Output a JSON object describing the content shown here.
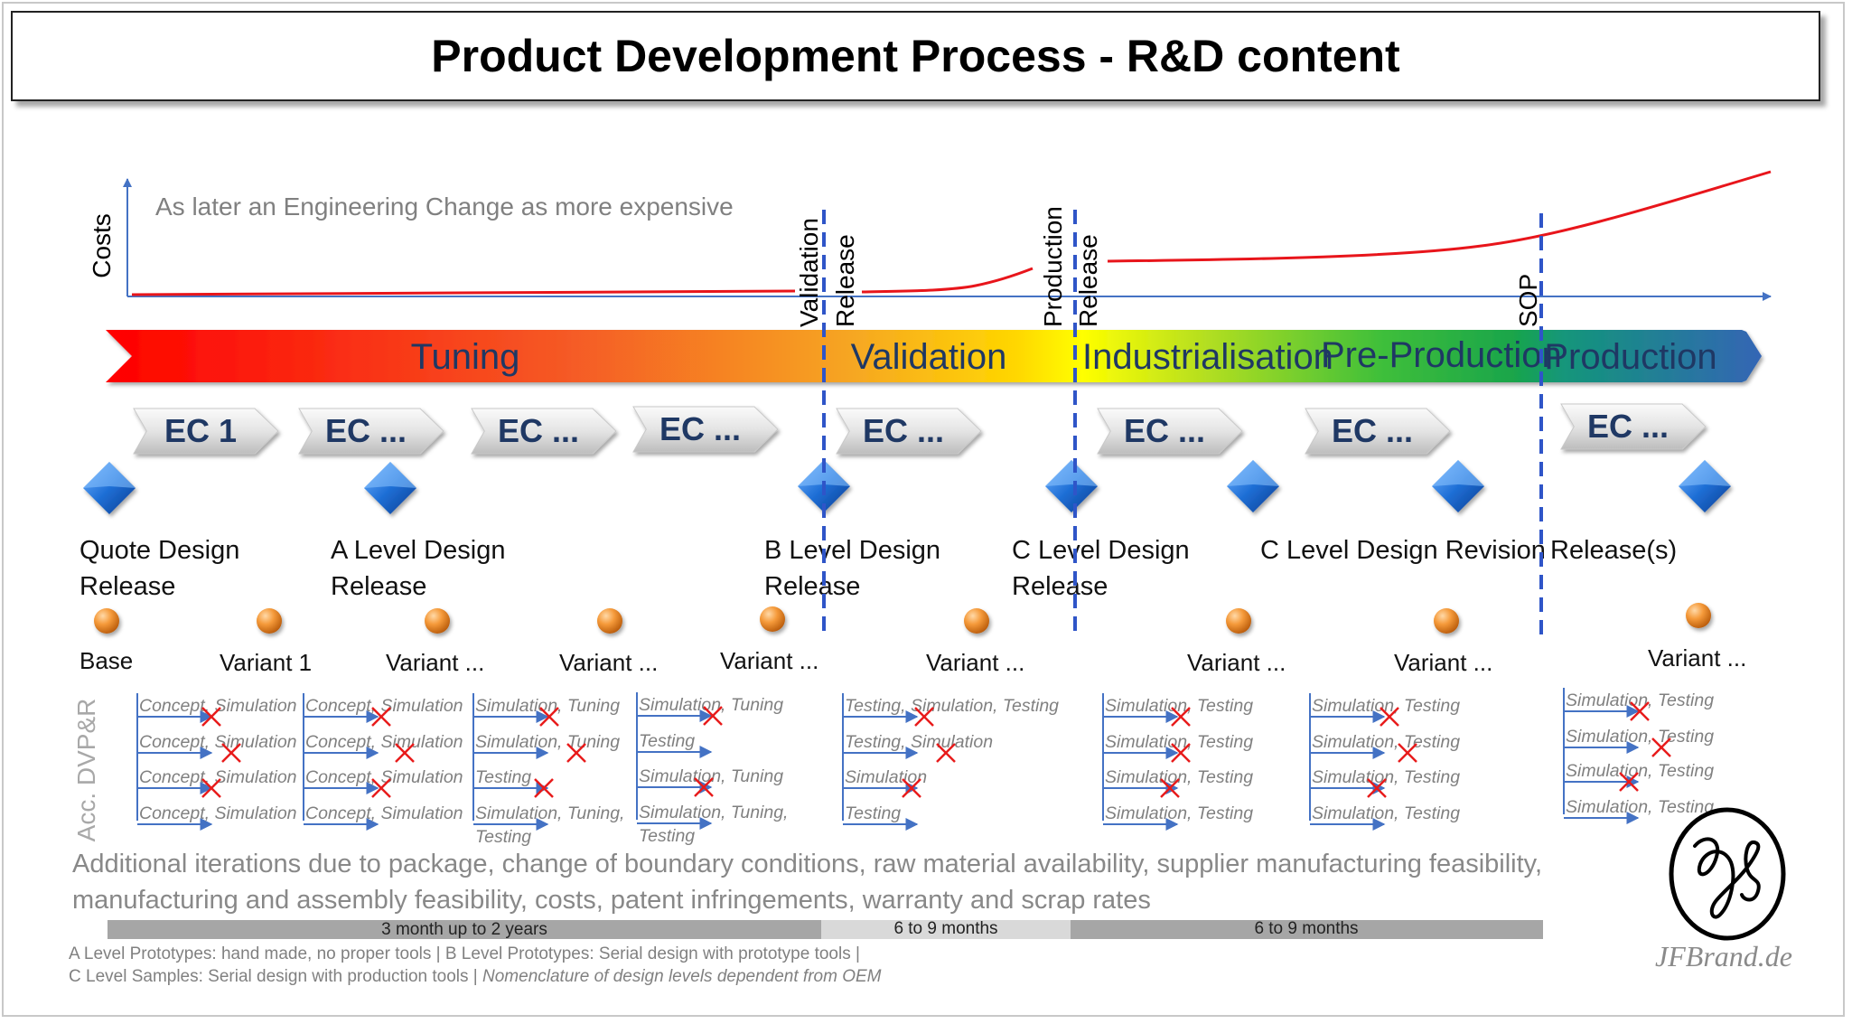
{
  "header": {
    "title": "Product Development Process - R&D content"
  },
  "cost_chart": {
    "ylabel": "Costs",
    "annotation": "As later an Engineering Change as more expensive",
    "sop_label": "SOP"
  },
  "releases": [
    {
      "line1": "Validation",
      "line2": "Release"
    },
    {
      "line1": "Production",
      "line2": "Release"
    }
  ],
  "phases": [
    "Tuning",
    "Validation",
    "Industrialisation",
    "Pre-Production",
    "Production"
  ],
  "ec_labels": [
    "EC 1",
    "EC ...",
    "EC ...",
    "EC ...",
    "EC ...",
    "EC ...",
    "EC ...",
    "EC ..."
  ],
  "milestones": [
    {
      "line1": "Quote Design",
      "line2": "Release"
    },
    {
      "line1": "A Level Design",
      "line2": "Release"
    },
    {
      "line1": "B Level Design",
      "line2": "Release"
    },
    {
      "line1": "C Level Design",
      "line2": "Release"
    },
    {
      "line1": "C Level Design Revision",
      "line2": ""
    },
    {
      "line1": "Release(s)",
      "line2": ""
    }
  ],
  "variants": [
    "Base",
    "Variant 1",
    "Variant ...",
    "Variant ...",
    "Variant ...",
    "Variant ...",
    "Variant ...",
    "Variant ...",
    "Variant ..."
  ],
  "dvp_label": "Acc. DVP&R",
  "dvp_columns": [
    [
      "Concept, Simulation",
      "Concept, Simulation",
      "Concept, Simulation",
      "Concept, Simulation"
    ],
    [
      "Concept, Simulation",
      "Concept, Simulation",
      "Concept, Simulation",
      "Concept, Simulation"
    ],
    [
      "Simulation, Tuning",
      "Simulation, Tuning",
      "Testing",
      "Simulation, Tuning,",
      "Testing"
    ],
    [
      "Simulation, Tuning",
      "Testing",
      "Simulation, Tuning",
      "Simulation, Tuning,",
      "Testing"
    ],
    [
      "Testing, Simulation, Testing",
      "Testing, Simulation",
      "Simulation",
      "Testing"
    ],
    [
      "Simulation, Testing",
      "Simulation, Testing",
      "Simulation, Testing",
      "Simulation, Testing"
    ],
    [
      "Simulation, Testing",
      "Simulation, Testing",
      "Simulation, Testing",
      "Simulation, Testing"
    ],
    [
      "Simulation, Testing",
      "Simulation, Testing",
      "Simulation, Testing",
      "Simulation, Testing"
    ]
  ],
  "notes": {
    "iterations_line1": "Additional iterations due to package, change of boundary conditions, raw material availability, supplier manufacturing feasibility,",
    "iterations_line2": "manufacturing and assembly feasibility, costs, patent infringements, warranty and scrap rates"
  },
  "timebar": [
    "3 month up to 2 years",
    "6 to 9 months",
    "6 to 9 months"
  ],
  "footnotes": {
    "line1": "A Level Prototypes: hand made, no proper tools | B Level Prototypes: Serial design with prototype tools |",
    "line2_normal": "C Level Samples: Serial design with production tools | ",
    "line2_italic": "Nomenclature of design levels  dependent from OEM"
  },
  "logo": {
    "text": "JFBrand.de"
  },
  "colors": {
    "cost_curve": "#e8151b",
    "axis": "#4472c4",
    "release_line": "#2f55c8",
    "phase_label": "#1f3864"
  }
}
